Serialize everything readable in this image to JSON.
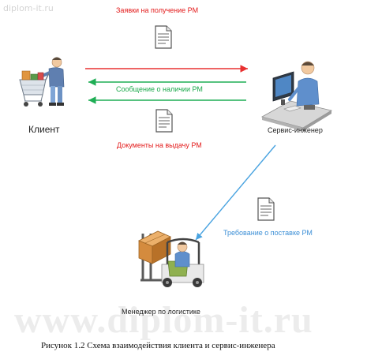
{
  "watermark_top": "diplom-it.ru",
  "watermark_bottom": "www.diplom-it.ru",
  "nodes": {
    "client": "Клиент",
    "engineer": "Сервис-инженер",
    "logistics": "Менеджер по логистике"
  },
  "messages": {
    "requests": "Заявки на получение РМ",
    "availability": "Сообщение о наличии РМ",
    "documents": "Документы на выдачу РМ",
    "supply": "Требование о поставке РМ"
  },
  "colors": {
    "requests": "#e31b1b",
    "availability": "#1aa84a",
    "documents": "#e31b1b",
    "supply": "#3c8fd6",
    "arrow_red": "#e83030",
    "arrow_green": "#1fae55",
    "arrow_blue": "#49a3e0"
  },
  "caption": "Рисунок 1.2  Схема взаимодействия клиента и сервис-инженера"
}
